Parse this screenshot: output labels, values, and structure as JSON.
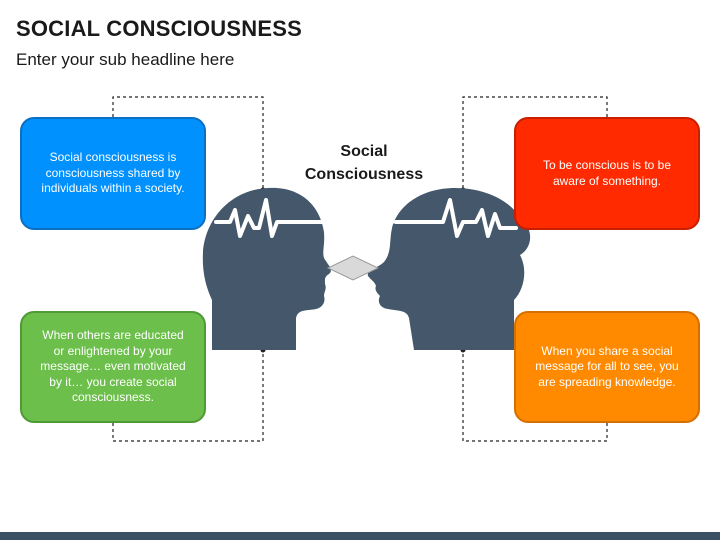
{
  "header": {
    "title": "SOCIAL CONSCIOUSNESS",
    "subtitle": "Enter your sub headline here"
  },
  "center": {
    "label_line1": "Social",
    "label_line2": "Consciousness"
  },
  "boxes": {
    "top_left": "Social consciousness is consciousness shared by individuals within a society.",
    "top_right": "To be conscious is to be aware of something.",
    "bottom_left": "When others are educated or enlightened by your message… even motivated by it… you create social consciousness.",
    "bottom_right": "When you share a social message for all to see, you are spreading knowledge."
  },
  "colors": {
    "blue": "#0091ff",
    "red": "#ff2a00",
    "green": "#6bbf4a",
    "orange": "#ff8a00",
    "head": "#44576b",
    "footer": "#3a5166"
  }
}
